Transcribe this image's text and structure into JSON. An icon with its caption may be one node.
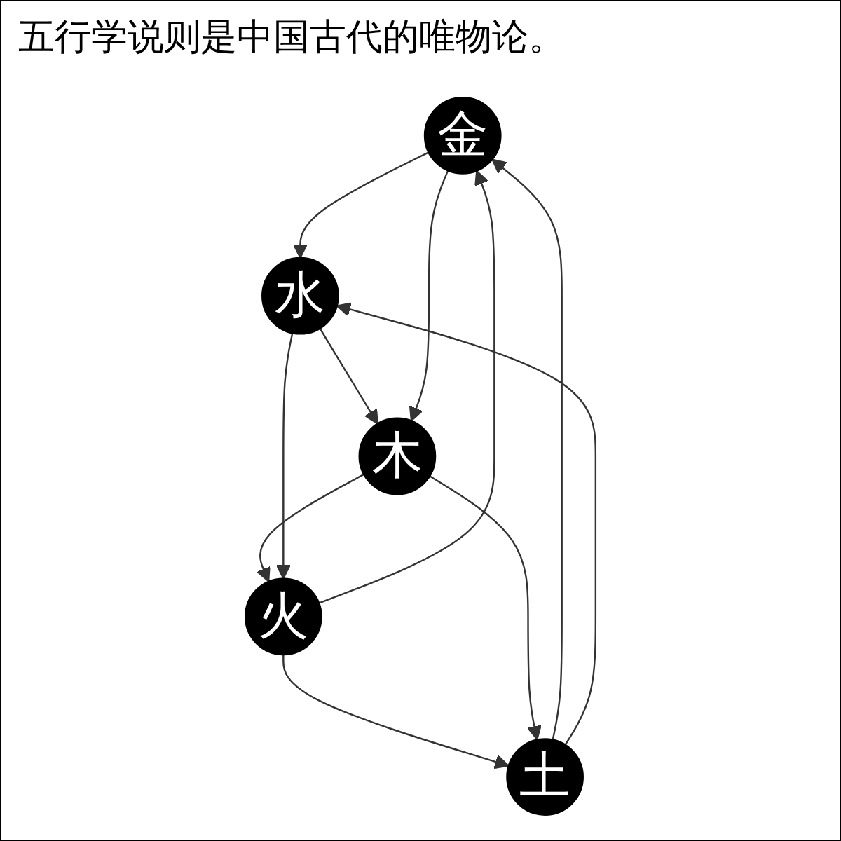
{
  "diagram": {
    "title": "五行学说则是中国古代的唯物论。",
    "nodes": [
      {
        "text": [
          "金"
        ]
      },
      {
        "text": [
          "土"
        ]
      },
      {
        "text": [
          "水"
        ]
      },
      {
        "text": [
          "火"
        ]
      },
      {
        "text": [
          "木"
        ]
      }
    ],
    "edges": [
      {
        "from": 0,
        "to": 2,
        "arrow": "to"
      },
      {
        "from": 2,
        "to": 4,
        "arrow": "to"
      },
      {
        "from": 4,
        "to": 3,
        "arrow": "to"
      },
      {
        "from": 3,
        "to": 1,
        "arrow": "to"
      },
      {
        "from": 1,
        "to": 0,
        "arrow": "to"
      },
      {
        "from": 0,
        "to": 4,
        "arrow": "to"
      },
      {
        "from": 4,
        "to": 1,
        "arrow": "to"
      },
      {
        "from": 1,
        "to": 2,
        "arrow": "to"
      },
      {
        "from": 2,
        "to": 3,
        "arrow": "to"
      },
      {
        "from": 3,
        "to": 0,
        "arrow": "to"
      }
    ]
  }
}
